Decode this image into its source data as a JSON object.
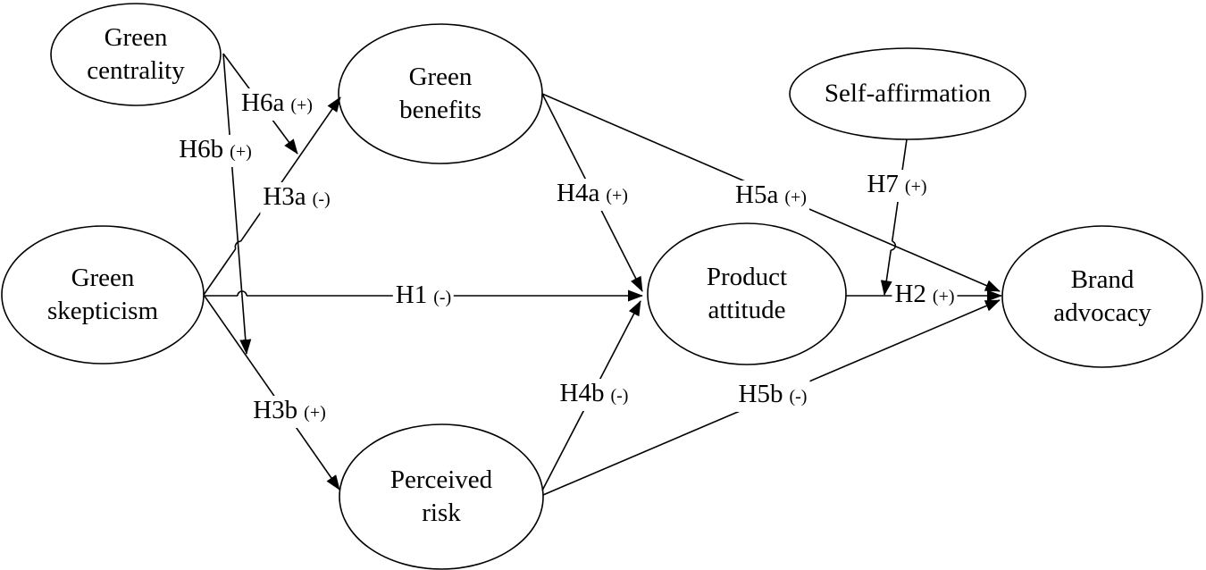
{
  "colors": {
    "line": "#000000",
    "background": "#ffffff",
    "text": "#000000"
  },
  "nodes": {
    "green_centrality": {
      "label": "Green\ncentrality"
    },
    "green_skepticism": {
      "label": "Green\nskepticism"
    },
    "green_benefits": {
      "label": "Green\nbenefits"
    },
    "perceived_risk": {
      "label": "Perceived\nrisk"
    },
    "product_attitude": {
      "label": "Product\nattitude"
    },
    "self_affirmation": {
      "label": "Self-affirmation"
    },
    "brand_advocacy": {
      "label": "Brand\nadvocacy"
    }
  },
  "edges": {
    "h1": {
      "id": "H1",
      "sign": "(-)",
      "type": "direct",
      "from": "green_skepticism",
      "to": "product_attitude"
    },
    "h2": {
      "id": "H2",
      "sign": "(+)",
      "type": "direct",
      "from": "product_attitude",
      "to": "brand_advocacy"
    },
    "h3a": {
      "id": "H3a",
      "sign": "(-)",
      "type": "direct",
      "from": "green_skepticism",
      "to": "green_benefits"
    },
    "h3b": {
      "id": "H3b",
      "sign": "(+)",
      "type": "direct",
      "from": "green_skepticism",
      "to": "perceived_risk"
    },
    "h4a": {
      "id": "H4a",
      "sign": "(+)",
      "type": "direct",
      "from": "green_benefits",
      "to": "product_attitude"
    },
    "h4b": {
      "id": "H4b",
      "sign": "(-)",
      "type": "direct",
      "from": "perceived_risk",
      "to": "product_attitude"
    },
    "h5a": {
      "id": "H5a",
      "sign": "(+)",
      "type": "direct",
      "from": "green_benefits",
      "to": "brand_advocacy"
    },
    "h5b": {
      "id": "H5b",
      "sign": "(-)",
      "type": "direct",
      "from": "perceived_risk",
      "to": "brand_advocacy"
    },
    "h6a": {
      "id": "H6a",
      "sign": "(+)",
      "type": "moderation",
      "from": "green_centrality",
      "to": "edge:h3a"
    },
    "h6b": {
      "id": "H6b",
      "sign": "(+)",
      "type": "moderation",
      "from": "green_centrality",
      "to": "edge:h3b"
    },
    "h7": {
      "id": "H7",
      "sign": "(+)",
      "type": "moderation",
      "from": "self_affirmation",
      "to": "edge:h2"
    }
  }
}
